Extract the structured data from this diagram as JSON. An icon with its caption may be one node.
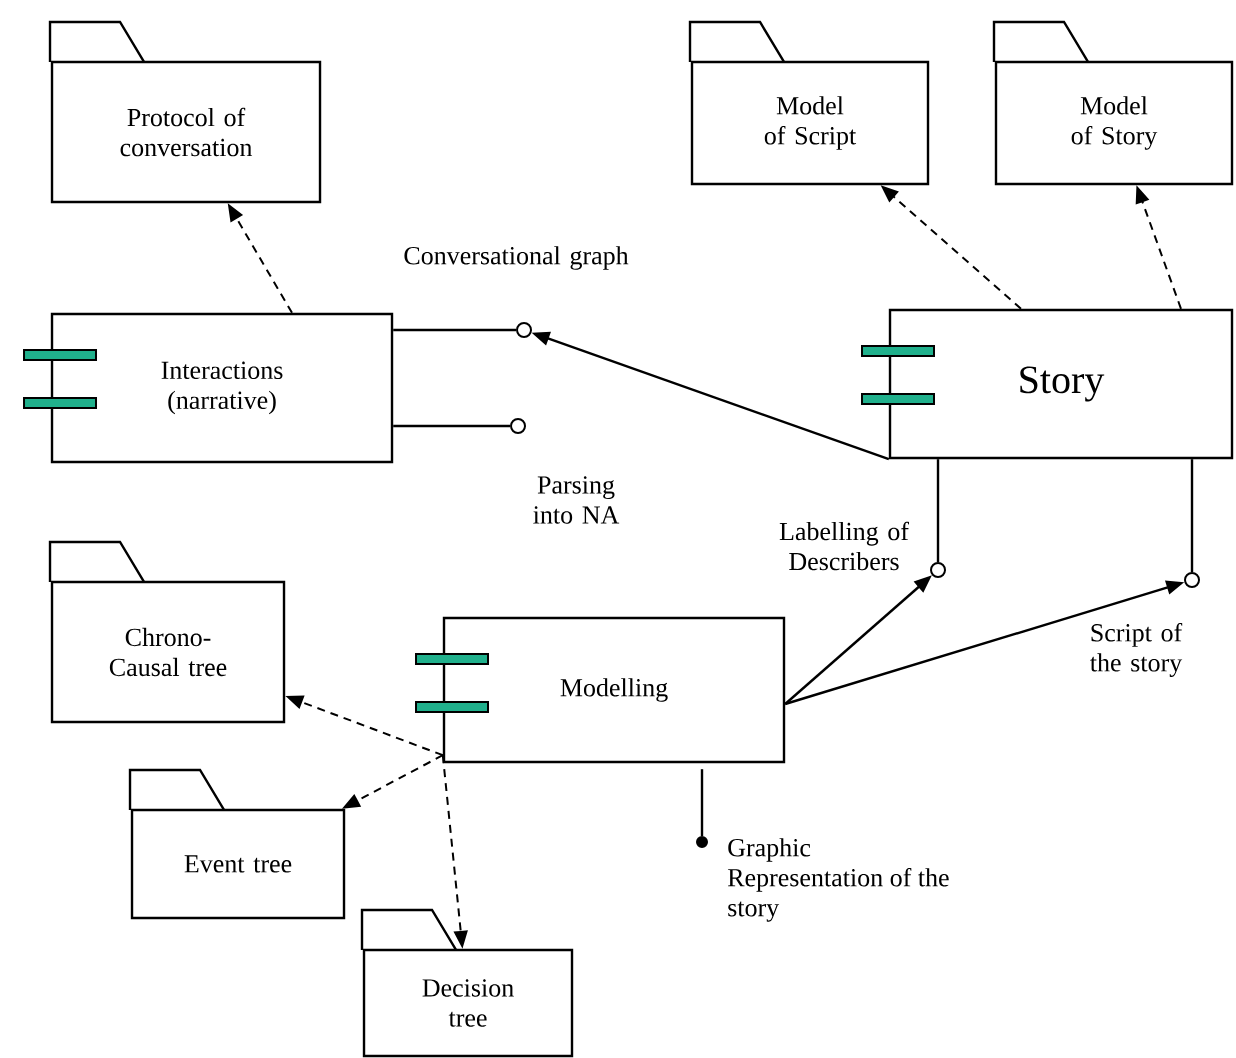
{
  "diagram": {
    "nodes": [
      {
        "text": [
          "Protocol of conversation"
        ]
      },
      {
        "text": [
          "Model of Script"
        ]
      },
      {
        "text": [
          "Model of Story"
        ]
      },
      {
        "text": [],
        "shape": "circle",
        "beside": [
          "Conversational graph"
        ]
      },
      {
        "text": [
          "Interactions (narrative)"
        ]
      },
      {
        "text": [
          "Story"
        ]
      },
      {
        "text": [],
        "shape": "circle",
        "beside": [
          "Parsing into NA"
        ]
      },
      {
        "text": [],
        "shape": "circle",
        "beside": [
          "Labelling of Describers"
        ]
      },
      {
        "text": [],
        "shape": "circle",
        "beside": [
          "Script of the story"
        ]
      },
      {
        "text": [
          "Chrono-Causal tree"
        ]
      },
      {
        "text": [
          "Modelling"
        ]
      },
      {
        "text": [
          "Event tree"
        ]
      },
      {
        "text": [],
        "shape": "circle",
        "beside": [
          "Graphic Representation of the story"
        ]
      },
      {
        "text": [
          "Decision tree"
        ]
      }
    ],
    "edges": [
      {
        "from": 4,
        "to": 0,
        "arrow": "to",
        "style": "dashed"
      },
      {
        "from": 5,
        "to": 1,
        "arrow": "to",
        "style": "dashed"
      },
      {
        "from": 5,
        "to": 2,
        "arrow": "to",
        "style": "dashed"
      },
      {
        "from": 4,
        "to": 3,
        "arrow": "none"
      },
      {
        "from": 4,
        "to": 6,
        "arrow": "none"
      },
      {
        "from": 5,
        "to": 3,
        "arrow": "to"
      },
      {
        "from": 5,
        "to": 7,
        "arrow": "none"
      },
      {
        "from": 5,
        "to": 8,
        "arrow": "none"
      },
      {
        "from": 10,
        "to": 7,
        "arrow": "to"
      },
      {
        "from": 10,
        "to": 8,
        "arrow": "to"
      },
      {
        "from": 10,
        "to": 12,
        "arrow": "none"
      },
      {
        "from": 10,
        "to": 9,
        "arrow": "to",
        "style": "dashed"
      },
      {
        "from": 10,
        "to": 11,
        "arrow": "to",
        "style": "dashed"
      },
      {
        "from": 10,
        "to": 13,
        "arrow": "to",
        "style": "dashed"
      }
    ]
  }
}
